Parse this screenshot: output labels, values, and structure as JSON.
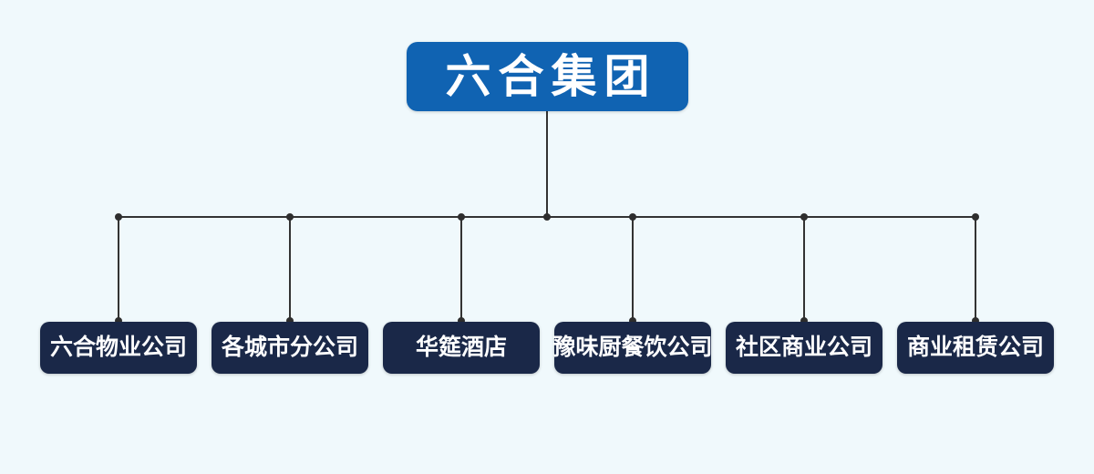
{
  "org_chart": {
    "type": "org-chart",
    "root": {
      "label": "六合集团"
    },
    "children": [
      {
        "label": "六合物业公司"
      },
      {
        "label": "各城市分公司"
      },
      {
        "label": "华筵酒店"
      },
      {
        "label": "豫味厨餐饮公司"
      },
      {
        "label": "社区商业公司"
      },
      {
        "label": "商业租赁公司"
      }
    ]
  },
  "colors": {
    "background": "#f0f9fc",
    "root_node_fill": "#1063b2",
    "child_node_fill": "#1a2848",
    "connector": "#333333",
    "text": "#ffffff"
  }
}
